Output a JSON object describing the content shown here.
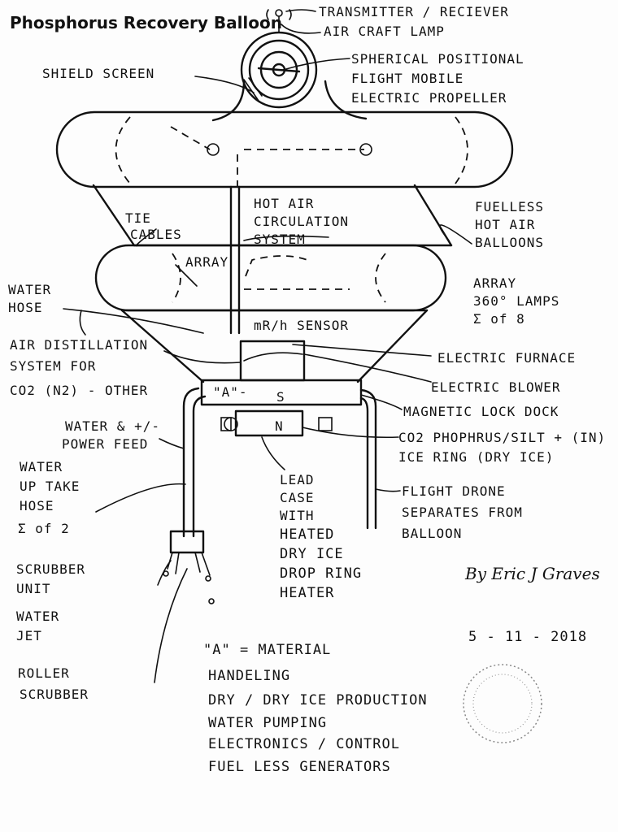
{
  "title": "Phosphorus Recovery Balloon",
  "labels": {
    "transmitter": "TRANSMITTER / RECIEVER",
    "aircraft_lamp": "AIR CRAFT LAMP",
    "propeller": [
      "SPHERICAL POSITIONAL",
      "FLIGHT MOBILE",
      "ELECTRIC PROPELLER"
    ],
    "shield_screen": "SHIELD SCREEN",
    "tie_cables": [
      "TIE",
      "CABLES"
    ],
    "hot_air": [
      "HOT AIR",
      "CIRCULATION",
      "SYSTEM"
    ],
    "fuelless_balloons": [
      "FUELLESS",
      "HOT AIR",
      "BALLOONS"
    ],
    "array_inner": "ARRAY",
    "array_lamps": [
      "ARRAY",
      "360° LAMPS",
      "Σ of 8"
    ],
    "water_hose": [
      "WATER",
      "HOSE"
    ],
    "sensor": "mR/h SENSOR",
    "air_distillation": [
      "AIR DISTILLATION",
      "SYSTEM FOR",
      "CO2 (N2) - OTHER"
    ],
    "electric_furnace": "ELECTRIC FURNACE",
    "electric_blower": "ELECTRIC BLOWER",
    "magnetic_lock": "MAGNETIC LOCK DOCK",
    "co2_ring": [
      "CO2 PHOPHRUS/SILT + (IN)",
      "ICE RING (DRY ICE)"
    ],
    "water_power": [
      "WATER & +/-",
      "POWER FEED"
    ],
    "water_uptake": [
      "WATER",
      "UP TAKE",
      "HOSE",
      "Σ of 2"
    ],
    "lead_case": [
      "LEAD",
      "CASE",
      "WITH",
      "HEATED",
      "DRY ICE",
      "DROP RING",
      "HEATER"
    ],
    "flight_drone": [
      "FLIGHT DRONE",
      "SEPARATES FROM",
      "BALLOON"
    ],
    "scrubber_unit": [
      "SCRUBBER",
      "UNIT"
    ],
    "water_jet": [
      "WATER",
      "JET"
    ],
    "roller_scrubber": [
      "ROLLER",
      "SCRUBBER"
    ],
    "a_marker": "\"A\"-",
    "s_marker": "S",
    "n_marker": "N"
  },
  "legend": {
    "heading": "\"A\" = MATERIAL",
    "items": [
      "HANDELING",
      "DRY / DRY ICE PRODUCTION",
      "WATER PUMPING",
      "ELECTRONICS / CONTROL",
      "FUEL LESS GENERATORS"
    ]
  },
  "signature": "By Eric J Graves",
  "date": "5 - 11 - 2018",
  "colors": {
    "ink": "#111111",
    "paper": "#fdfdfd"
  }
}
